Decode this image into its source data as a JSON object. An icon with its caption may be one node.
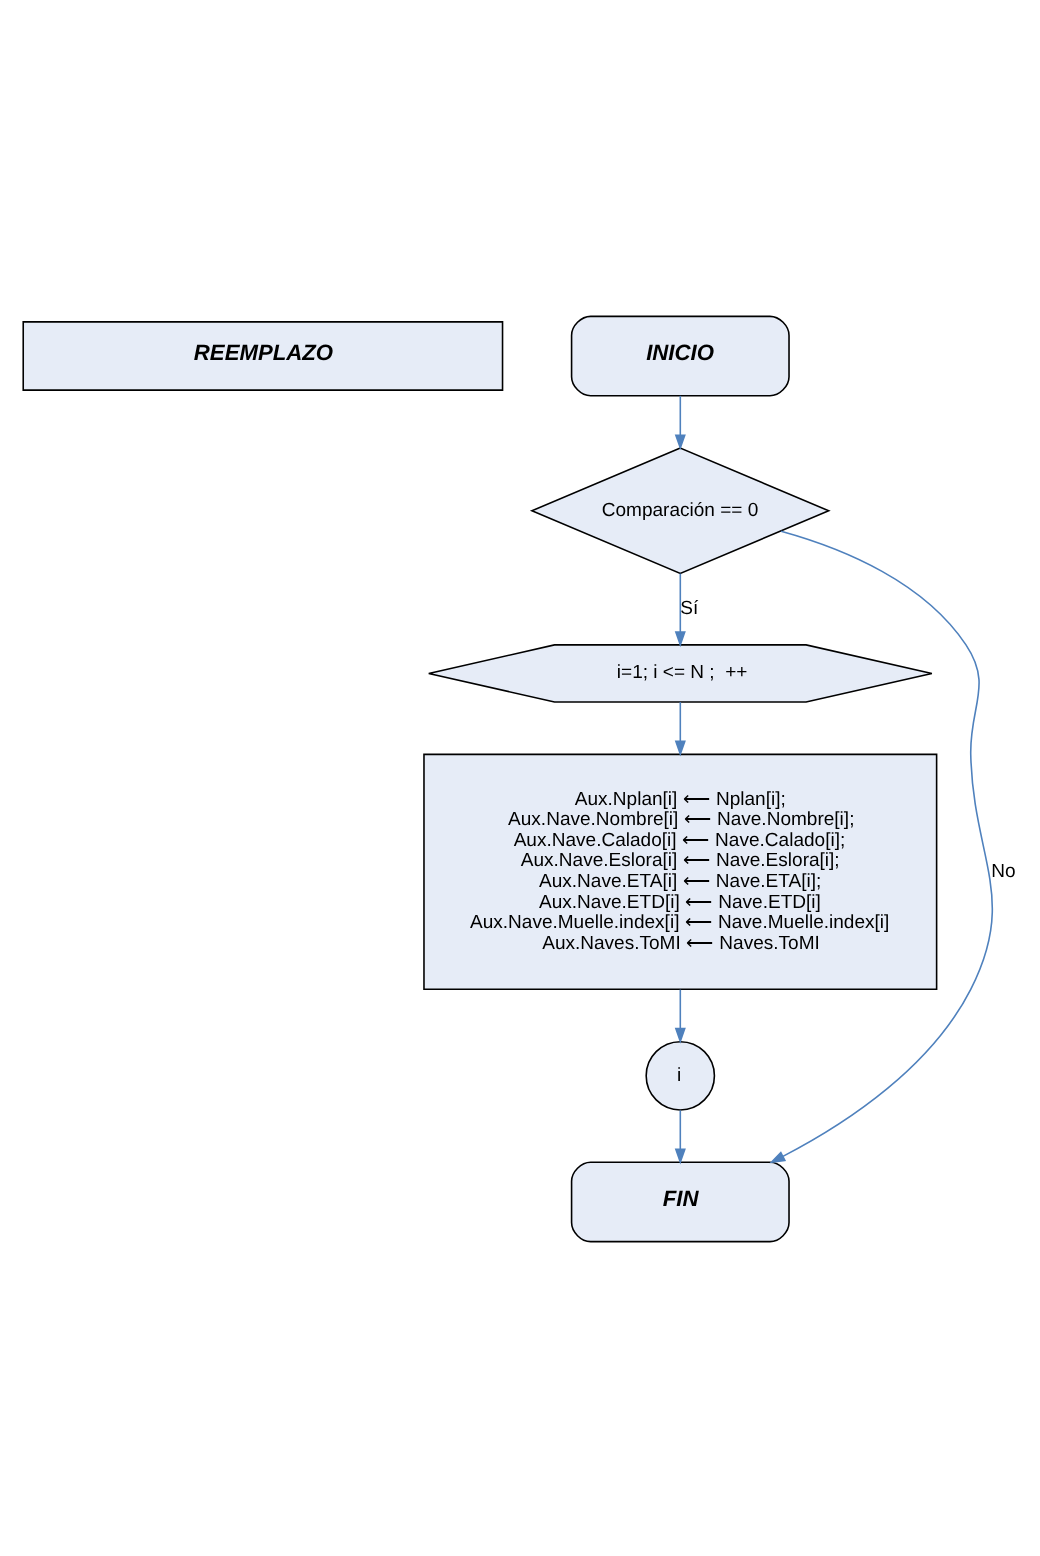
{
  "diagram": {
    "nodes": [
      {
        "text": [
          "REEMPLAZO"
        ]
      },
      {
        "text": [
          "INICIO"
        ]
      },
      {
        "text": [
          "Comparación == 0"
        ]
      },
      {
        "text": [
          "i=1; i <= N ;  ++"
        ]
      },
      {
        "text": [
          "Aux.Nplan[i] ⟵ Nplan[i];",
          "Aux.Nave.Nombre[i] ⟵ Nave.Nombre[i];",
          "Aux.Nave.Calado[i] ⟵ Nave.Calado[i];",
          "Aux.Nave.Eslora[i] ⟵ Nave.Eslora[i];",
          "Aux.Nave.ETA[i] ⟵ Nave.ETA[i];",
          "Aux.Nave.ETD[i] ⟵ Nave.ETD[i]",
          "Aux.Nave.Muelle.index[i] ⟵ Nave.Muelle.index[i]",
          "Aux.Naves.ToMI ⟵ Naves.ToMI"
        ]
      },
      {
        "text": [
          "i"
        ]
      },
      {
        "text": [
          "FIN"
        ]
      }
    ],
    "edges": [
      {
        "from": 1,
        "to": 2,
        "arrow": "to"
      },
      {
        "from": 2,
        "to": 3,
        "arrow": "to",
        "label": "Sí"
      },
      {
        "from": 3,
        "to": 4,
        "arrow": "to"
      },
      {
        "from": 4,
        "to": 5,
        "arrow": "to"
      },
      {
        "from": 5,
        "to": 6,
        "arrow": "to"
      },
      {
        "from": 2,
        "to": 6,
        "arrow": "to",
        "label": "No"
      }
    ]
  }
}
